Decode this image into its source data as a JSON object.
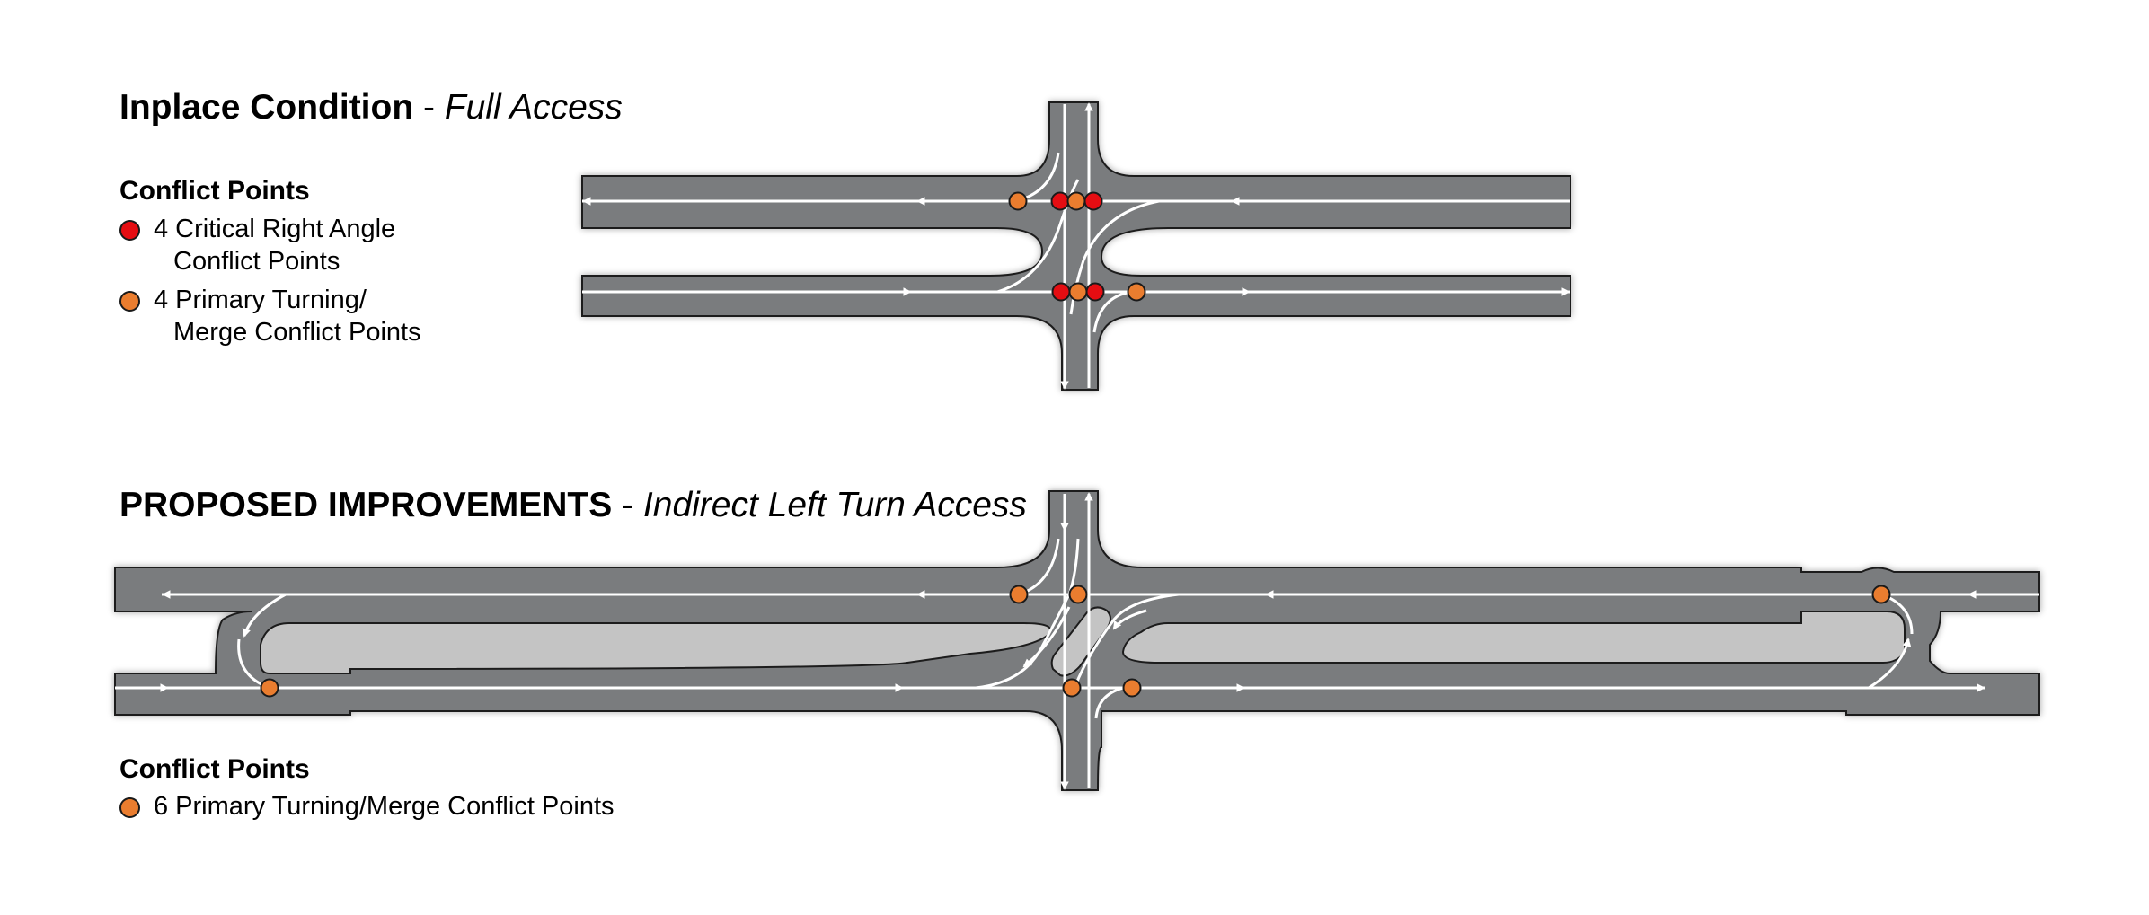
{
  "colors": {
    "road": "#7a7b7e",
    "road_edge": "#1e1e1e",
    "island": "#c4c4c4",
    "lane_line": "#ffffff",
    "critical": "#e50d12",
    "primary": "#ea7d2f"
  },
  "inplace": {
    "title_bold": "Inplace Condition",
    "title_sep": " - ",
    "title_italic": "Full Access",
    "legend_heading": "Conflict Points",
    "legend": [
      {
        "color": "critical",
        "line1": "4 Critical Right Angle",
        "line2": "Conflict Points"
      },
      {
        "color": "primary",
        "line1": "4 Primary Turning/",
        "line2": "Merge Conflict Points"
      }
    ]
  },
  "proposed": {
    "title_bold": "PROPOSED IMPROVEMENTS",
    "title_sep": " - ",
    "title_italic": "Indirect Left Turn Access",
    "legend_heading": "Conflict Points",
    "legend": [
      {
        "color": "primary",
        "line1": "6 Primary Turning/Merge Conflict Points"
      }
    ]
  }
}
